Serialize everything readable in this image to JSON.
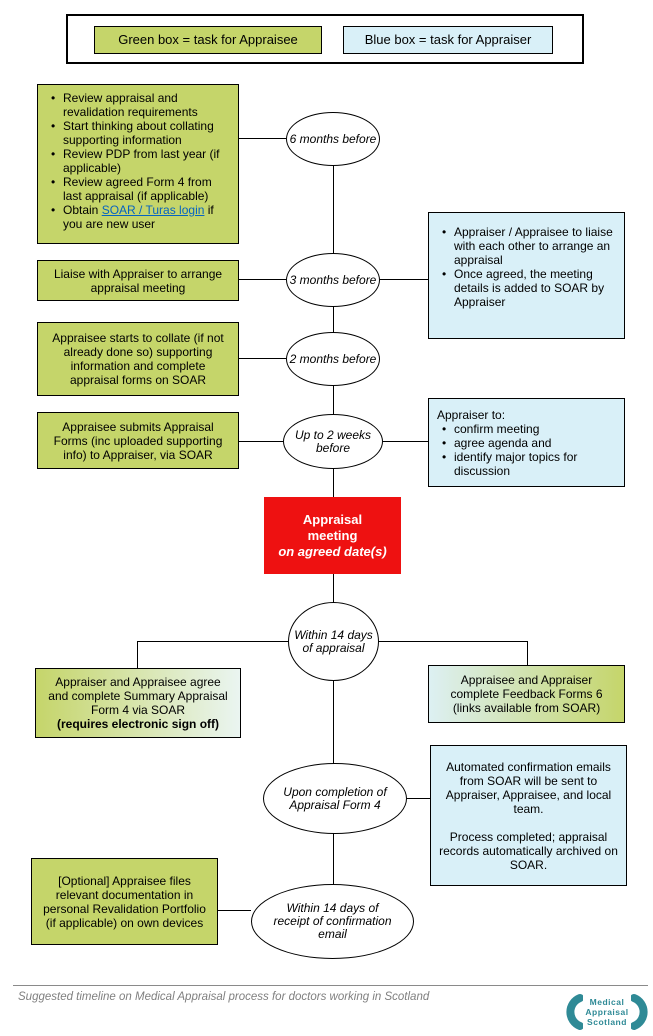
{
  "legend": {
    "green": "Green box = task for Appraisee",
    "blue": "Blue box = task for Appraiser"
  },
  "colors": {
    "appraisee_green": "#c5d56a",
    "appraiser_blue": "#d9f0f8",
    "meeting_red": "#ee1111",
    "link_blue": "#0563c1",
    "logo_teal": "#2f8a96",
    "footer_grey": "#7f7f7f"
  },
  "milestones": {
    "six_months": "6 months before",
    "three_months": "3 months before",
    "two_months": "2 months before",
    "two_weeks": "Up to 2 weeks before",
    "fourteen_days": "Within 14 days of appraisal",
    "form4_done": "Upon completion of Appraisal Form 4",
    "fourteen_days_email": "Within 14 days of receipt of confirmation email"
  },
  "appraisee_tasks": {
    "six_months": {
      "items": [
        "Review appraisal and revalidation requirements",
        "Start thinking about collating supporting information",
        "Review PDP from last year (if applicable)",
        "Review agreed Form 4 from last appraisal (if applicable)"
      ],
      "obtain_prefix": "Obtain ",
      "obtain_link": "SOAR / Turas login",
      "obtain_suffix": " if you are new user"
    },
    "three_months": "Liaise with Appraiser to arrange appraisal meeting",
    "two_months": "Appraisee starts to collate (if not already done so) supporting information and complete appraisal forms on SOAR",
    "two_weeks": "Appraisee submits Appraisal Forms (inc uploaded supporting info) to Appraiser, via SOAR",
    "optional_filing": "[Optional]  Appraisee files relevant documentation in personal Revalidation Portfolio (if applicable) on own devices"
  },
  "appraiser_tasks": {
    "three_months": {
      "items": [
        "Appraiser / Appraisee to liaise with each other to arrange an appraisal",
        "Once agreed, the meeting details is added to SOAR by Appraiser"
      ]
    },
    "two_weeks": {
      "intro": "Appraiser to:",
      "items": [
        "confirm meeting",
        "agree agenda and",
        "identify major topics for discussion"
      ]
    },
    "confirmation": {
      "para1": "Automated confirmation emails from SOAR will be sent to Appraiser, Appraisee, and local team.",
      "para2": "Process completed; appraisal records automatically archived on SOAR."
    }
  },
  "joint_tasks": {
    "summary_form": {
      "text": "Appraiser and Appraisee agree and complete Summary Appraisal Form 4 via SOAR",
      "bold": "(requires electronic sign off)"
    },
    "feedback": "Appraisee and Appraiser complete Feedback Forms 6 (links available from SOAR)"
  },
  "meeting": {
    "title": "Appraisal meeting",
    "subtitle": "on agreed date(s)"
  },
  "footer": {
    "caption": "Suggested timeline on Medical Appraisal process for doctors working in Scotland",
    "logo": {
      "line1": "Medical",
      "line2": "Appraisal",
      "line3": "Scotland"
    }
  }
}
